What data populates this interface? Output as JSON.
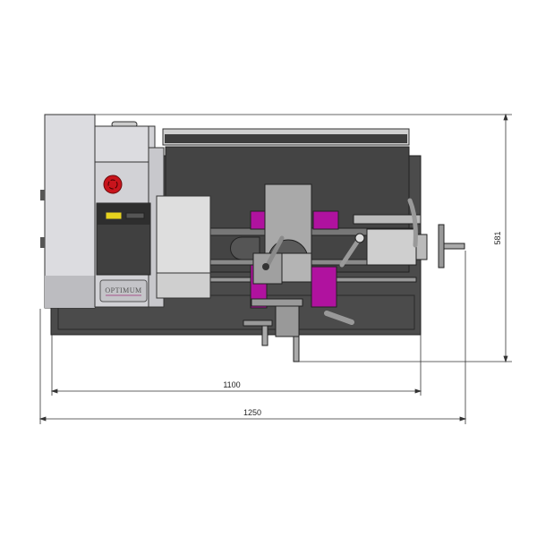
{
  "drawing": {
    "brand_logo": "OPTIMUM",
    "dimensions": {
      "bed_length": "1100",
      "overall_length": "1250",
      "overall_depth": "581"
    },
    "colors": {
      "accent_magenta": "#b0129f",
      "emergency_red": "#c8141c",
      "indicator_yellow": "#e6d21e",
      "base_dark": "#4a4a4a",
      "housing_light": "#d6d6da"
    }
  }
}
